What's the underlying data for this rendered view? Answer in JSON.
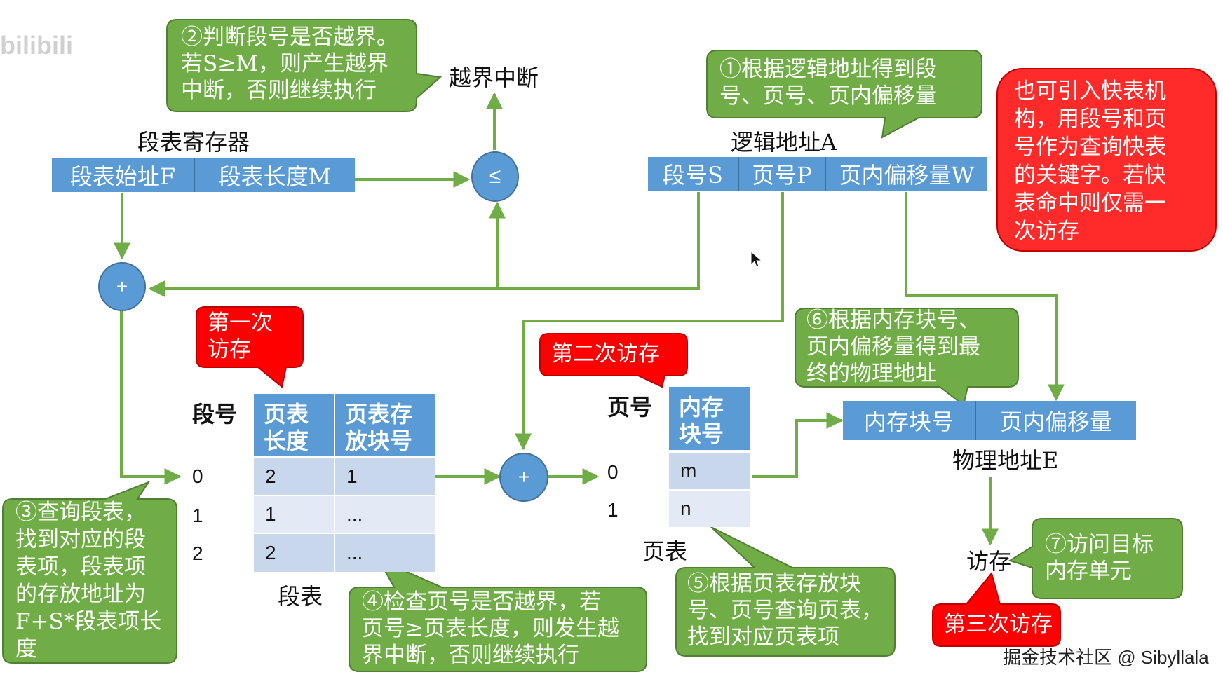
{
  "labels": {
    "segment_table_register": "段表寄存器",
    "seg_table_start": "段表始址F",
    "seg_table_length": "段表长度M",
    "compare_op": "≤",
    "out_of_bounds_interrupt": "越界中断",
    "logical_address": "逻辑地址A",
    "seg_no_field": "段号S",
    "page_no_field": "页号P",
    "page_offset_field": "页内偏移量W",
    "plus_op": "+",
    "seg_no_col": "段号",
    "page_table_length_hdr": "页表\n长度",
    "page_table_block_hdr": "页表存\n放块号",
    "segment_table_caption": "段表",
    "page_no_col": "页号",
    "mem_block_hdr": "内存\n块号",
    "page_table_caption": "页表",
    "phys_block": "内存块号",
    "phys_offset": "页内偏移量",
    "physical_address": "物理地址E",
    "memory_access": "访存"
  },
  "segment_table": {
    "indices": [
      "0",
      "1",
      "2"
    ],
    "rows": [
      {
        "length": "2",
        "block": "1"
      },
      {
        "length": "1",
        "block": "..."
      },
      {
        "length": "2",
        "block": "..."
      }
    ]
  },
  "page_table": {
    "indices": [
      "0",
      "1"
    ],
    "rows": [
      "m",
      "n"
    ]
  },
  "callouts": {
    "step1": "①根据逻辑地址得到段\n号、页号、页内偏移量",
    "step2": "②判断段号是否越界。\n若S≥M，则产生越界\n中断，否则继续执行",
    "step3": "③查询段表，\n找到对应的段\n表项，段表项\n的存放地址为\nF+S*段表项长\n度",
    "step4": "④检查页号是否越界，若\n页号≥页表长度，则发生越\n界中断，否则继续执行",
    "step5": "⑤根据页表存放块\n号、页号查询页表，\n找到对应页表项",
    "step6": "⑥根据内存块号、\n页内偏移量得到最\n终的物理地址",
    "step7": "⑦访问目标\n内存单元",
    "first_access": "第一次\n访存",
    "second_access": "第二次访存",
    "third_access": "第三次访存",
    "tlb_note": "也可引入快表机\n构，用段号和页\n号作为查询快表\n的关键字。若快\n表命中则仅需一\n次访存"
  },
  "watermarks": {
    "bottom_right": "掘金技术社区 @ Sibyllala",
    "top_left": "bilibili"
  },
  "colors": {
    "blue_box": "#5b9bd5",
    "green_callout": "#70ad47",
    "red_callout": "#ff0000",
    "arrow": "#70ad47",
    "table_light": "#dae3f3"
  }
}
